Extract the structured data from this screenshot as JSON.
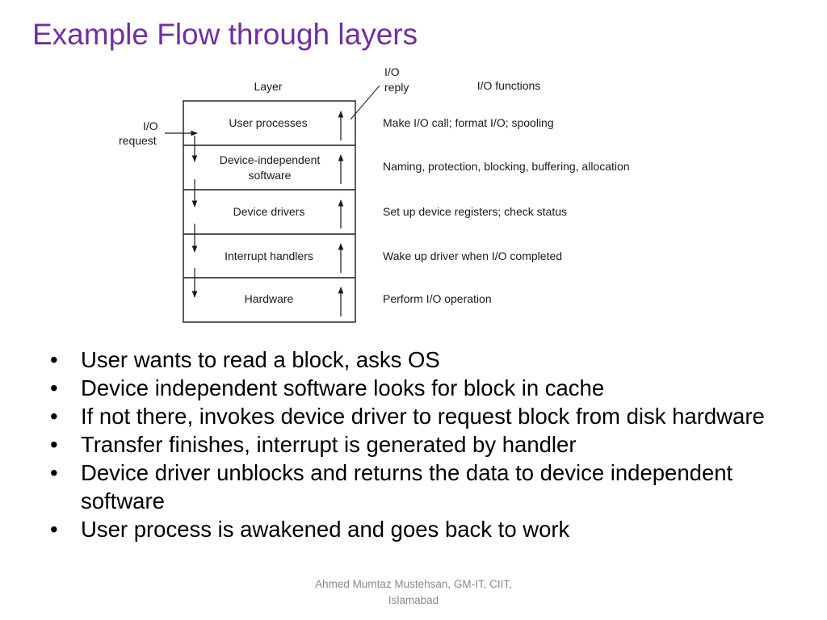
{
  "slide": {
    "title": "Example Flow through layers",
    "footer_line1": "Ahmed Mumtaz Mustehsan, GM-IT, CIIT,",
    "footer_line2": "Islamabad"
  },
  "diagram": {
    "layer_header": "Layer",
    "functions_header": "I/O functions",
    "io_request_line1": "I/O",
    "io_request_line2": "request",
    "io_reply_line1": "I/O",
    "io_reply_line2": "reply",
    "layers": [
      {
        "name": "User processes",
        "name_line2": "",
        "function": "Make I/O call; format I/O; spooling"
      },
      {
        "name": "Device-independent",
        "name_line2": "software",
        "function": "Naming, protection, blocking, buffering, allocation"
      },
      {
        "name": "Device drivers",
        "name_line2": "",
        "function": "Set up device registers; check status"
      },
      {
        "name": "Interrupt handlers",
        "name_line2": "",
        "function": "Wake up driver when I/O completed"
      },
      {
        "name": "Hardware",
        "name_line2": "",
        "function": "Perform I/O operation"
      }
    ]
  },
  "bullets": [
    "User wants to read a block, asks OS",
    "Device independent software looks for block in cache",
    "If not there, invokes device driver to request block from disk hardware",
    "Transfer finishes, interrupt is generated by handler",
    "Device driver unblocks and returns the data to device independent software",
    "User process is awakened and goes back to work"
  ]
}
